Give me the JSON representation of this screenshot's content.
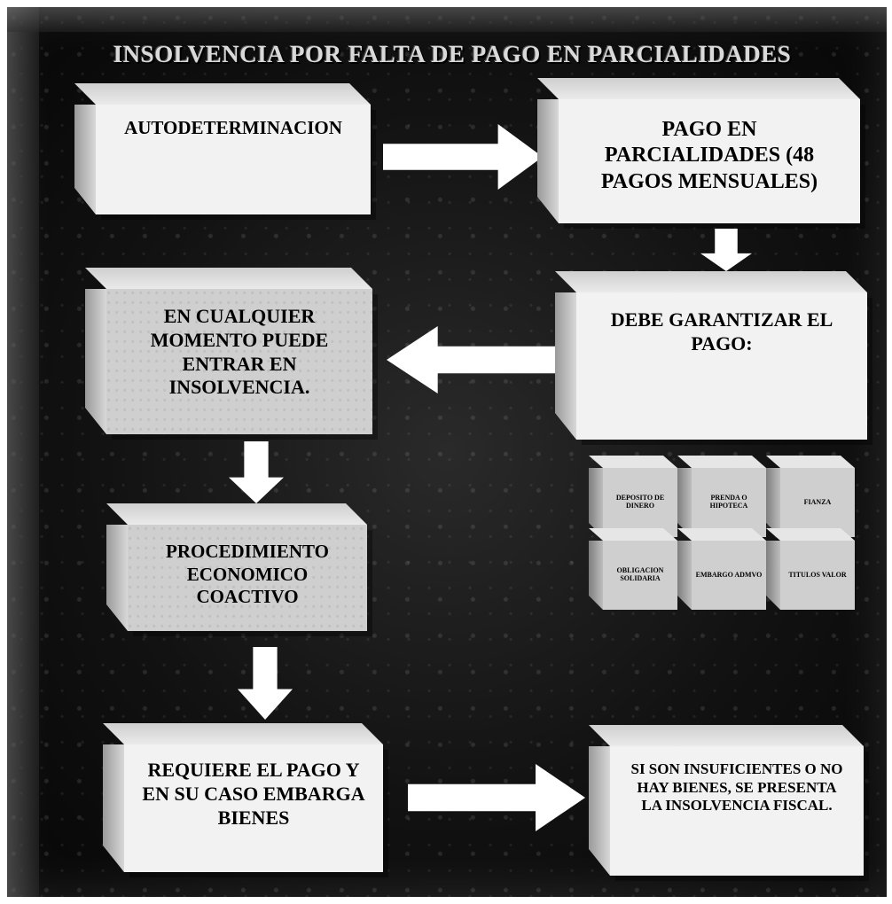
{
  "title": "INSOLVENCIA POR FALTA DE PAGO EN PARCIALIDADES",
  "boxes": {
    "autodeterminacion": "AUTODETERMINACION",
    "pago_parcialidades": "PAGO EN PARCIALIDADES (48 PAGOS MENSUALES)",
    "garantizar": "DEBE GARANTIZAR EL PAGO:",
    "insolvencia": "EN CUALQUIER MOMENTO PUEDE ENTRAR EN INSOLVENCIA.",
    "procedimiento": "PROCEDIMIENTO ECONOMICO COACTIVO",
    "requiere": "REQUIERE EL PAGO Y EN SU CASO EMBARGA BIENES",
    "insuficientes": "SI SON INSUFICIENTES O NO HAY BIENES, SE PRESENTA LA INSOLVENCIA FISCAL."
  },
  "guarantees": [
    "DEPOSITO DE DINERO",
    "PRENDA O HIPOTECA",
    "FIANZA",
    "OBLIGACION SOLIDARIA",
    "EMBARGO ADMVO",
    "TITULOS VALOR"
  ]
}
